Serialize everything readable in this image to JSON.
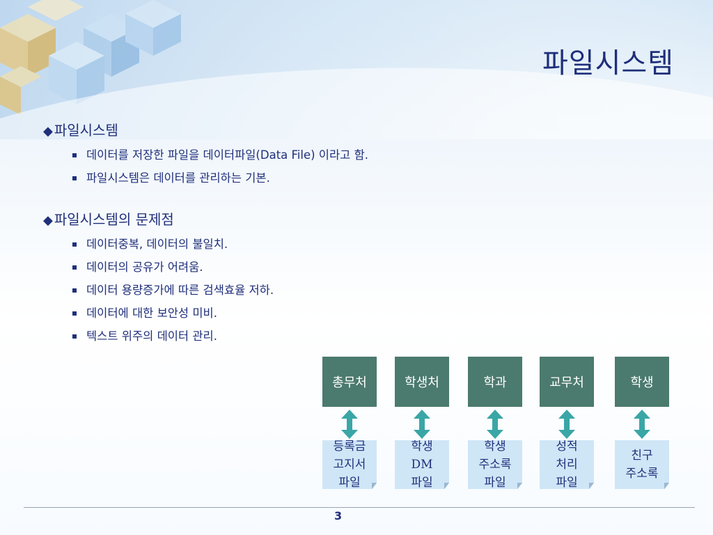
{
  "slide": {
    "title": "파일시스템",
    "page_number": "3",
    "sections": [
      {
        "heading": "파일시스템",
        "items": [
          "데이터를 저장한 파일을 데이터파일(Data File) 이라고 함.",
          "파일시스템은 데이터를 관리하는 기본."
        ]
      },
      {
        "heading": "파일시스템의 문제점",
        "items": [
          "데이터중복, 데이터의 불일치.",
          "데이터의 공유가 어려움.",
          "데이터 용량증가에 따른 검색효율 저하.",
          "데이터에 대한 보안성 미비.",
          "텍스트 위주의 데이터 관리."
        ]
      }
    ],
    "diagram": {
      "columns": [
        {
          "dept": "총무처",
          "file_lines": [
            "등록금",
            "고지서",
            "파일"
          ]
        },
        {
          "dept": "학생처",
          "file_lines": [
            "학생",
            "DM",
            "파일"
          ]
        },
        {
          "dept": "학과",
          "file_lines": [
            "학생",
            "주소록",
            "파일"
          ]
        },
        {
          "dept": "교무처",
          "file_lines": [
            "성적",
            "처리",
            "파일"
          ]
        },
        {
          "dept": "학생",
          "file_lines": [
            "친구",
            "주소록"
          ]
        }
      ]
    }
  },
  "colors": {
    "title_text": "#1f2f7a",
    "dept_box": "#4b7a6e",
    "file_box": "#cfe6f7",
    "arrow": "#3aa6a6"
  }
}
